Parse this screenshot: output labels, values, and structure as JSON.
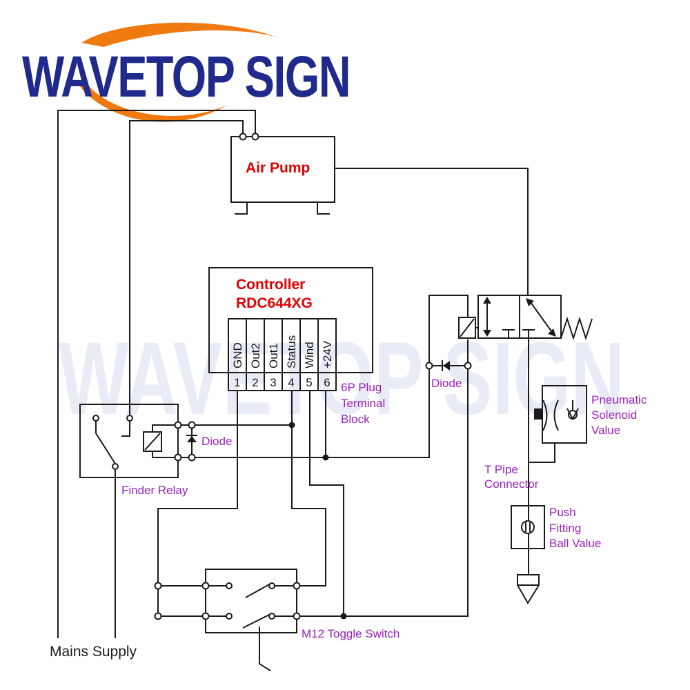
{
  "brand": {
    "name": "WAVETOP SIGN"
  },
  "watermark": {
    "text": "WAVETOP SIGN"
  },
  "components": {
    "air_pump": "Air Pump",
    "controller_line1": "Controller",
    "controller_line2": "RDC644XG",
    "terminal_block": [
      "6P Plug",
      "Terminal",
      "Block"
    ],
    "finder_relay": "Finder Relay",
    "diode_relay": "Diode",
    "diode_valve": "Diode",
    "solenoid": [
      "Pneumatic",
      "Solenoid",
      "Value"
    ],
    "t_pipe": [
      "T Pipe",
      "Connector"
    ],
    "ball_valve": [
      "Push",
      "Fitting",
      "Ball Value"
    ],
    "toggle_switch": "M12 Toggle Switch",
    "mains": "Mains Supply"
  },
  "terminals": [
    {
      "num": "1",
      "name": "GND"
    },
    {
      "num": "2",
      "name": "Out2"
    },
    {
      "num": "3",
      "name": "Out1"
    },
    {
      "num": "4",
      "name": "Status"
    },
    {
      "num": "5",
      "name": "Wind"
    },
    {
      "num": "6",
      "name": "+24V"
    }
  ],
  "colors": {
    "brand_blue": "#1f2a8c",
    "brand_orange": "#f07a10",
    "label_red": "#e00000",
    "label_purple": "#9b1fbf"
  }
}
